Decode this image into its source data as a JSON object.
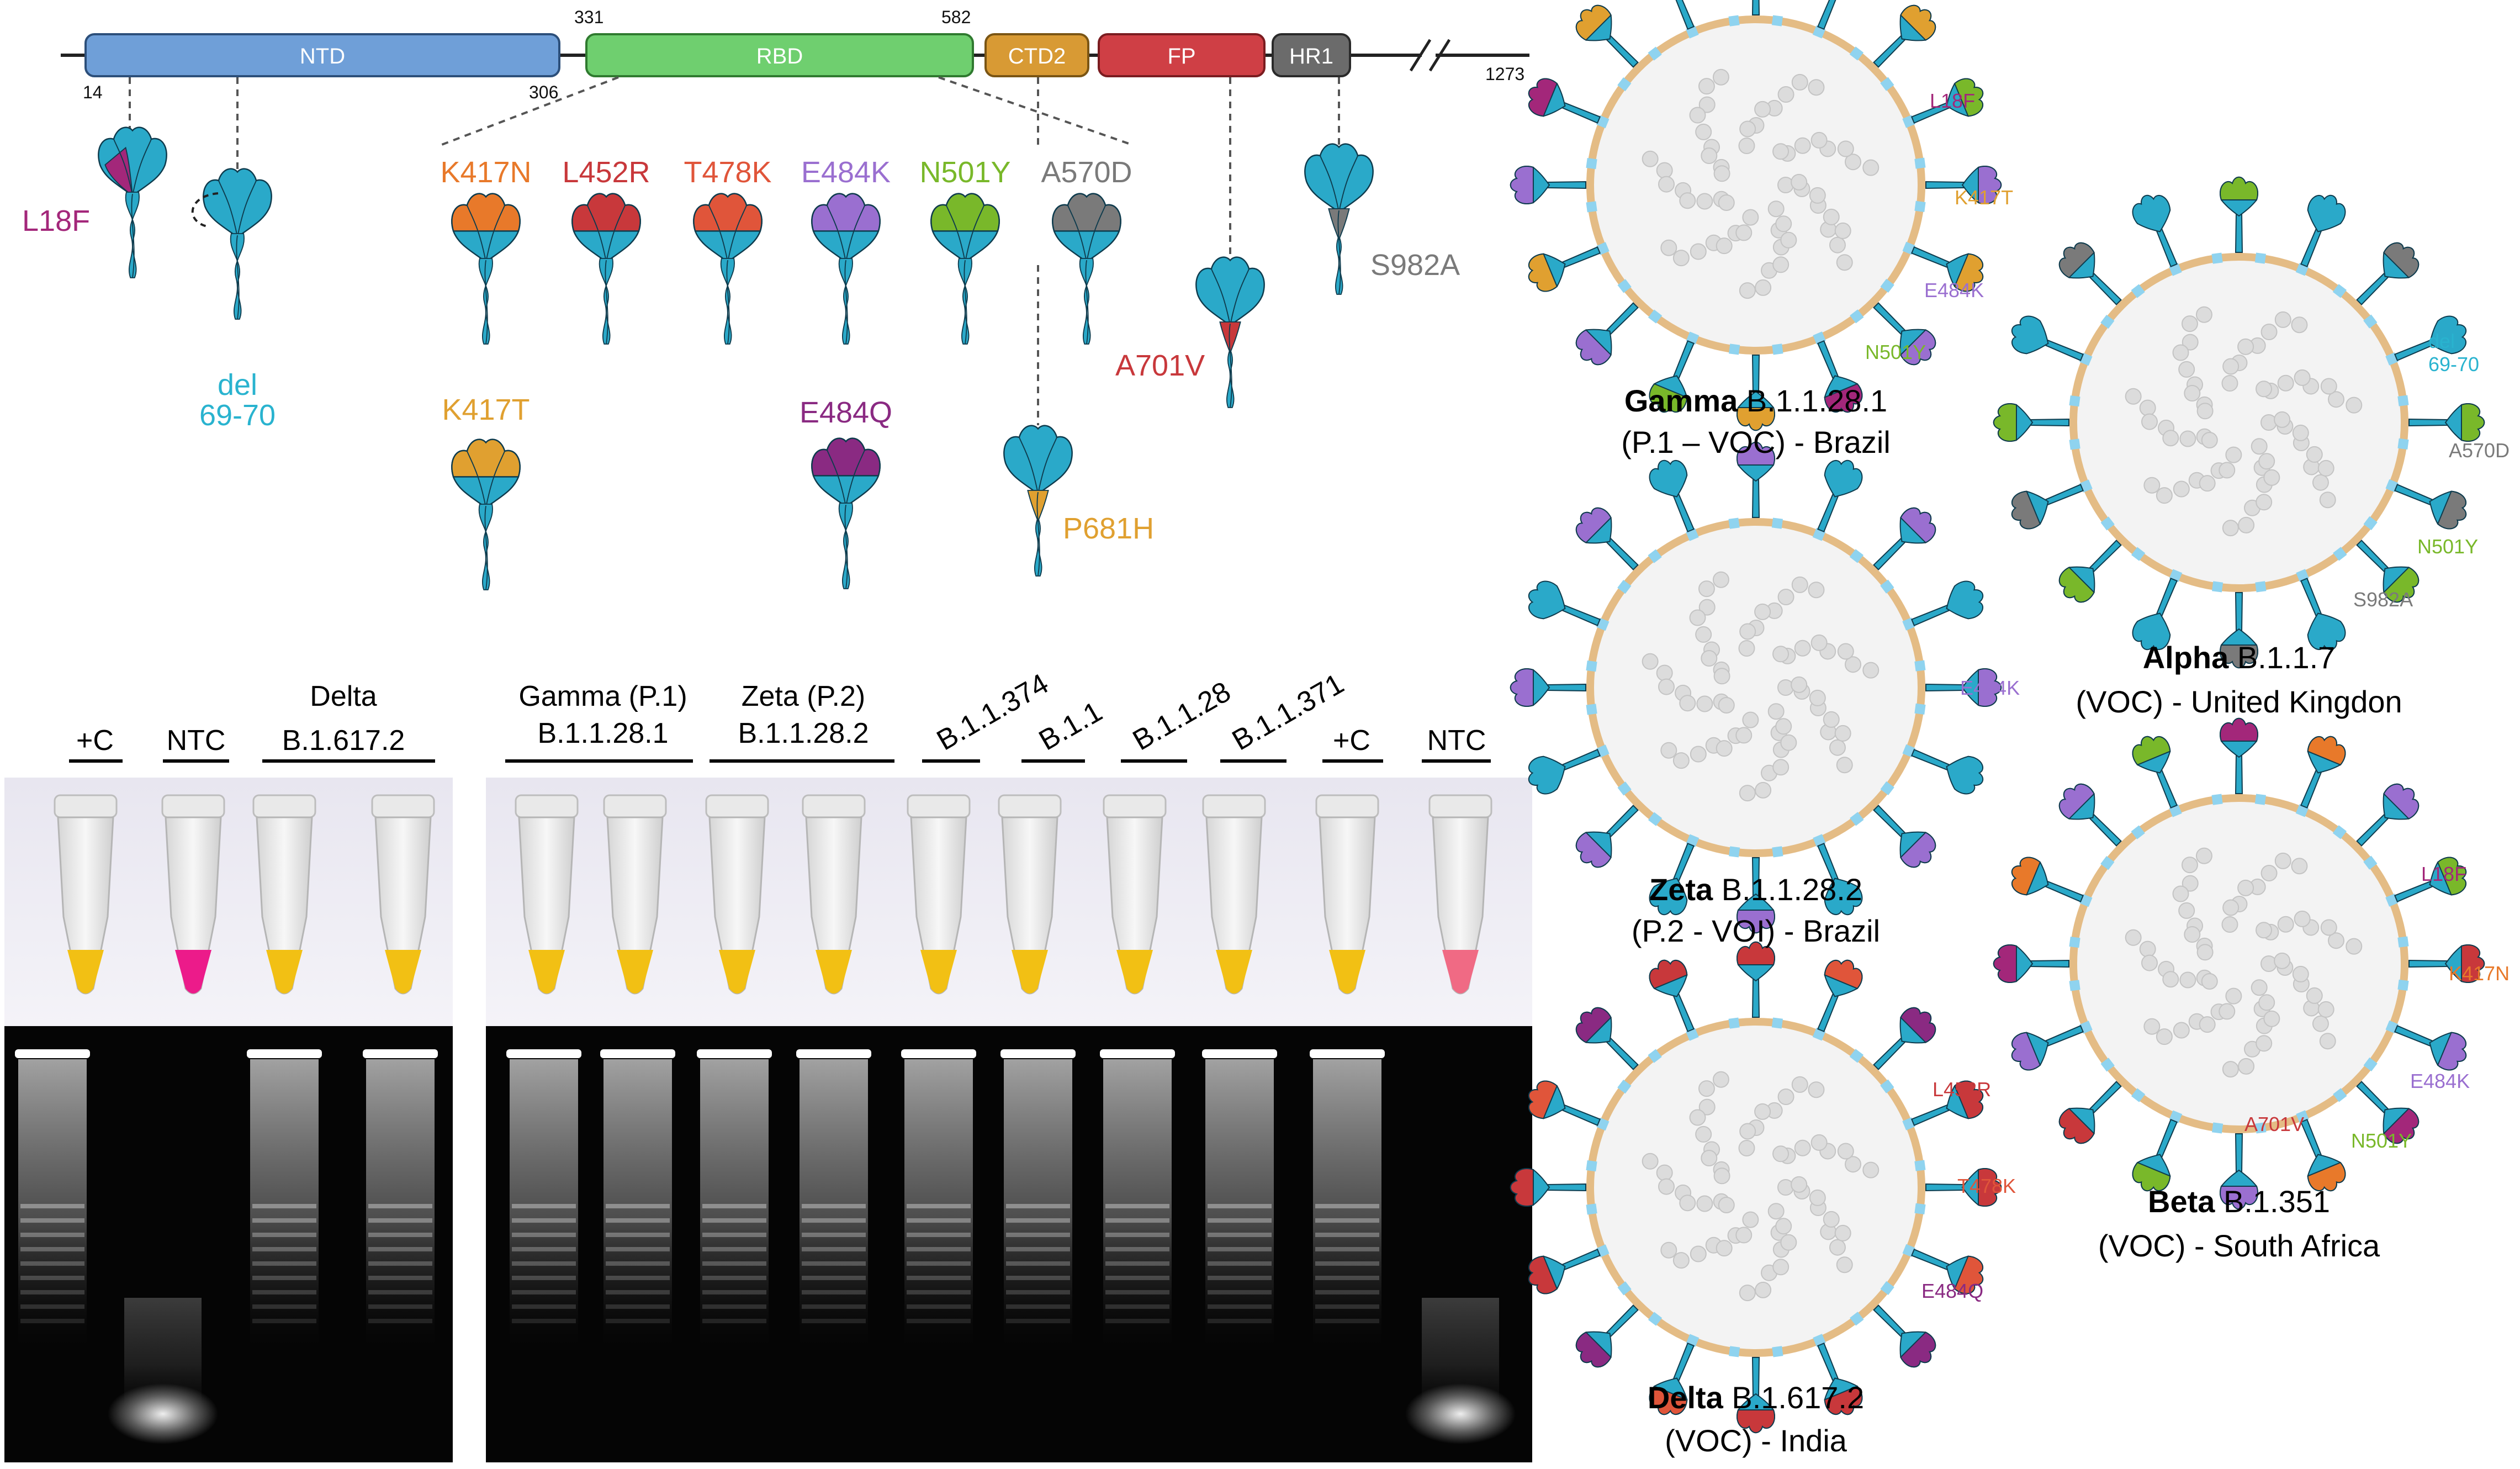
{
  "domain_labels": {
    "NTD": "NTD",
    "RBD": "RBD",
    "CTD2": "CTD2",
    "FP": "FP",
    "HR1": "HR1"
  },
  "positions": {
    "p14": "14",
    "p306": "306",
    "p331": "331",
    "p582": "582",
    "p1273": "1273"
  },
  "mutations": {
    "L18F": "L18F",
    "del1": "del",
    "del2": "69-70",
    "K417N": "K417N",
    "L452R": "L452R",
    "T478K": "T478K",
    "E484K": "E484K",
    "N501Y": "N501Y",
    "A570D": "A570D",
    "S982A": "S982A",
    "A701V": "A701V",
    "K417T": "K417T",
    "E484Q": "E484Q",
    "P681H": "P681H"
  },
  "gel_left": {
    "lane_pc": "+C",
    "lane_ntc": "NTC",
    "delta1": "Delta",
    "delta2": "B.1.617.2"
  },
  "gel_right": {
    "gamma1": "Gamma (P.1)",
    "gamma2": "B.1.1.28.1",
    "zeta1": "Zeta (P.2)",
    "zeta2": "B.1.1.28.2",
    "b11374": "B.1.1.374",
    "b11": "B.1.1",
    "b1128": "B.1.1.28",
    "b11371": "B.1.1.371",
    "pc": "+C",
    "ntc": "NTC"
  },
  "variants": {
    "gamma": {
      "name": "Gamma",
      "lineage": " B.1.1.28.1",
      "sub": "(P.1 – VOC) - Brazil",
      "muts": [
        "L18F",
        "K417T",
        "E484K",
        "N501Y"
      ]
    },
    "zeta": {
      "name": "Zeta",
      "lineage": " B.1.1.28.2",
      "sub": "(P.2 - VOI) - Brazil",
      "muts": [
        "E484K"
      ]
    },
    "delta": {
      "name": "Delta",
      "lineage": " B.1.617.2",
      "sub": "(VOC) - India",
      "muts": [
        "L452R",
        "T478K",
        "E484Q"
      ]
    },
    "alpha": {
      "name": "Alpha",
      "lineage": " B.1.1.7",
      "sub": "(VOC) - United Kingdon",
      "muts": [
        "del",
        "69-70",
        "A570D",
        "N501Y",
        "S982A"
      ]
    },
    "beta": {
      "name": "Beta",
      "lineage": " B.1.351",
      "sub": "(VOC) - South Africa",
      "muts": [
        "L18F",
        "K417N",
        "E484K",
        "N501Y",
        "A701V"
      ]
    }
  },
  "colors": {
    "ntd": "#6f9fd8",
    "rbd": "#6fcf6f",
    "ctd2": "#d89a34",
    "fp": "#cf3f45",
    "hr1": "#6b6b6b",
    "spike": "#2aa9c9",
    "spike_dark": "#1d7f9c",
    "L18F": "#a3277a",
    "K417N": "#e8792a",
    "L452R": "#c8383b",
    "T478K": "#e0553a",
    "E484K": "#9a6fd0",
    "N501Y": "#79b82a",
    "A570D": "#7a7a7a",
    "S982A": "#7a7a7a",
    "A701V": "#c8383b",
    "K417T": "#e0a030",
    "E484Q": "#8a2a82",
    "P681H": "#e0a030",
    "del": "#29b3cf",
    "tube_yellow": "#f2c014",
    "tube_pink": "#ec1b8a",
    "tube_light_pink": "#f06a84",
    "virus_envelope": "#e4bc85"
  }
}
